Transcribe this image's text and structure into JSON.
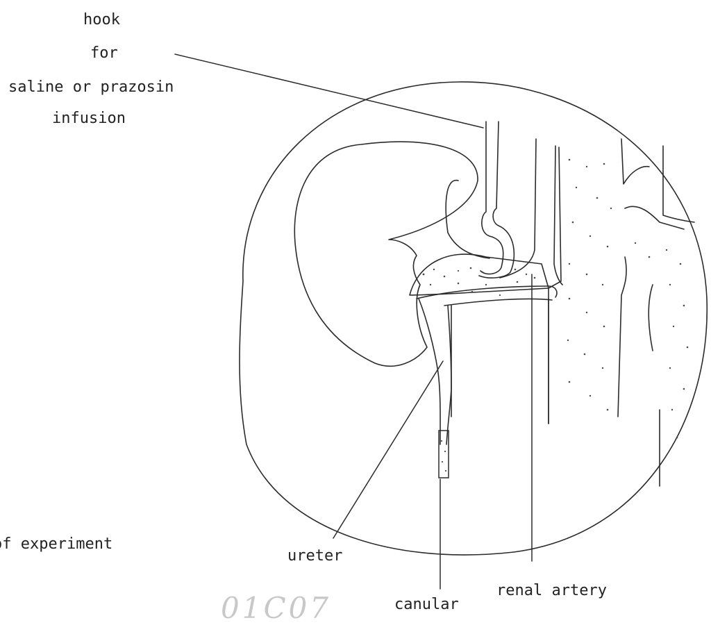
{
  "labels": {
    "hook_line1": "hook",
    "hook_line2": "for",
    "hook_line3": "saline or prazosin",
    "hook_line4": "infusion",
    "caption_fragment": "of experiment",
    "ureter": "ureter",
    "canular": "canular",
    "renal_artery": "renal artery"
  },
  "stamp_text": "01C07",
  "colors": {
    "ink": "#2b2b2b",
    "stipple": "#4a4a4a",
    "stamp": "#c8c8c8"
  }
}
